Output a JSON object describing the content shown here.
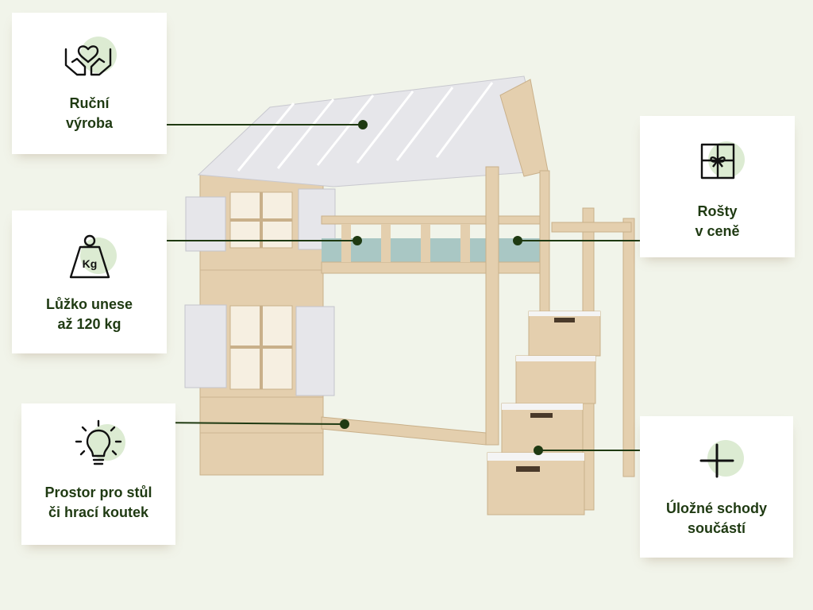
{
  "colors": {
    "background": "#f1f4ea",
    "accent_dark_green": "#1f3a12",
    "accent_light_green": "#dcebd2",
    "wood": "#e4cfae",
    "roof": "#e6e6ea"
  },
  "features": [
    {
      "icon": "hands-heart-icon",
      "lines": [
        "Ruční",
        "výroba"
      ]
    },
    {
      "icon": "weight-kg-icon",
      "lines": [
        "Lůžko unese",
        "až 120 kg"
      ]
    },
    {
      "icon": "lightbulb-icon",
      "lines": [
        "Prostor pro stůl",
        "či hrací koutek"
      ]
    },
    {
      "icon": "gift-box-icon",
      "lines": [
        "Rošty",
        "v ceně"
      ]
    },
    {
      "icon": "plus-icon",
      "lines": [
        "Úložné schody",
        "součástí"
      ]
    }
  ],
  "weight_icon_text": "Kg"
}
